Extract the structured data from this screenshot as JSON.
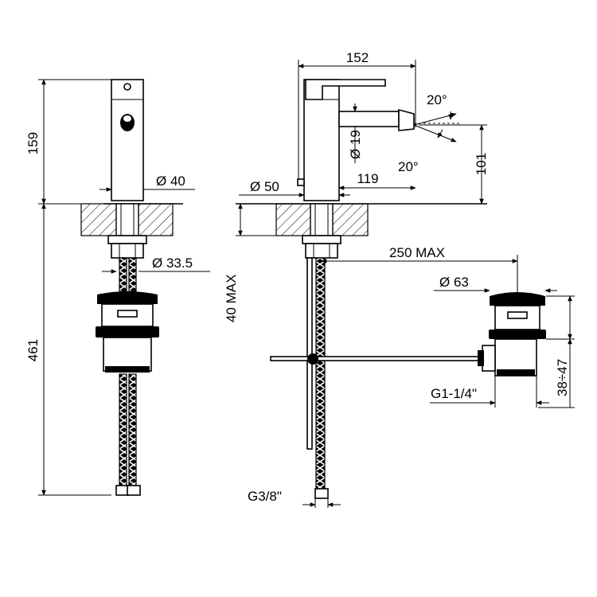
{
  "dimensions": {
    "height_spout": "159",
    "height_total": "461",
    "diameter_body": "40",
    "diameter_shank": "33.5",
    "reach": "152",
    "spout_length": "119",
    "diameter_base": "50",
    "spout_height": "101",
    "angle_up": "20°",
    "angle_down": "20°",
    "max_deck": "40 MAX",
    "pull_rod_length": "250 MAX",
    "diameter_waste": "63",
    "waste_range": "38÷47",
    "waste_thread": "G1-1/4\"",
    "supply_thread": "G3/8\"",
    "diameter_spout": "19"
  },
  "symbols": {
    "diameter": "Ø"
  }
}
